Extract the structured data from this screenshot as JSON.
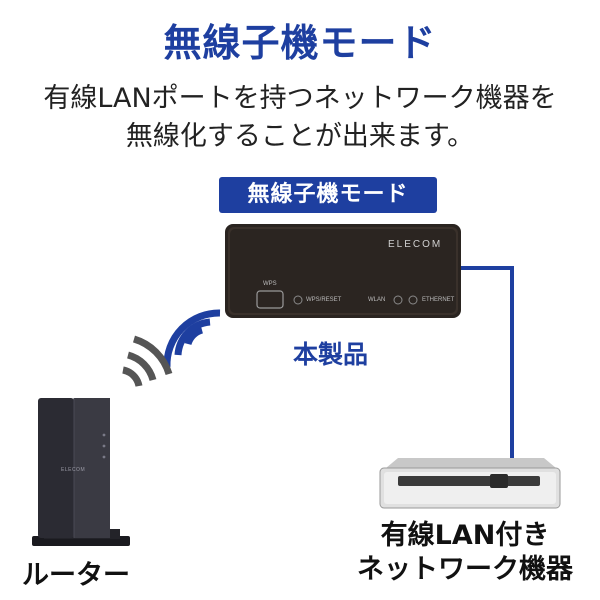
{
  "title": "無線子機モード",
  "description": {
    "line1": "有線LANポートを持つネットワーク機器を",
    "line2": "無線化することが出来ます。"
  },
  "mode_badge": "無線子機モード",
  "device": {
    "brand": "ELECOM",
    "wps_label": "WPS",
    "wps_reset_label": "WPS/RESET",
    "wlan_label": "WLAN",
    "ethernet_label": "ETHERNET",
    "caption": "本製品"
  },
  "router": {
    "brand": "ELECOM",
    "caption": "ルーター"
  },
  "wired_device": {
    "caption_line1": "有線LAN付き",
    "caption_line2": "ネットワーク機器"
  },
  "colors": {
    "accent_blue": "#1e3fa0",
    "device_body": "#2a2420",
    "signal_gray": "#555555",
    "router_body": "#2b2b33"
  }
}
